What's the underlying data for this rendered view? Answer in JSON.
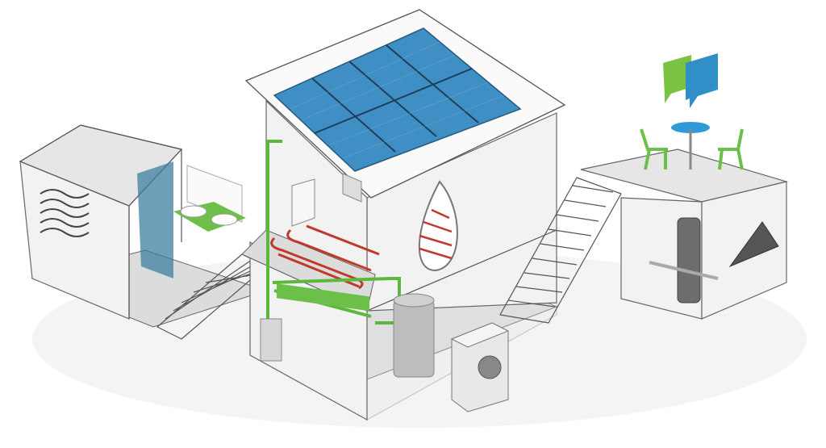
{
  "colors": {
    "background": "#ffffff",
    "solar_panel": "#3f8fc4",
    "solar_grid": "#7fbde0",
    "pipe_green": "#5cb83a",
    "floor_heating_red": "#c0392b",
    "chat_green": "#7cc242",
    "chat_blue": "#2f8fc6",
    "table_blue": "#2f9ad6",
    "chair_green": "#6cc04a",
    "shower_glass": "#3c7fa0",
    "tank_grey": "#bdbdbd"
  },
  "icons": [
    "solar-panel",
    "chat-bubbles",
    "water-drop",
    "heat-pump",
    "water-tank",
    "radiator",
    "sink",
    "shower",
    "table-and-chairs",
    "stairs"
  ]
}
